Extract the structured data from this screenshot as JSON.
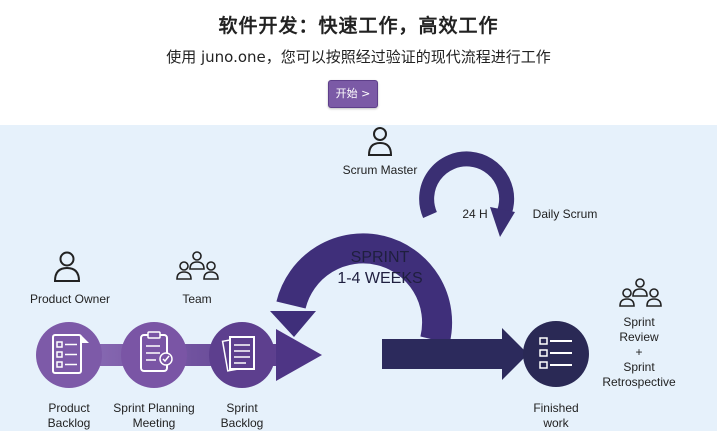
{
  "hero": {
    "title": "软件开发：快速工作，高效工作",
    "subtitle": "使用 juno.one，您可以按照经过验证的现代流程进行工作",
    "start_button": "开始 >"
  },
  "diagram": {
    "sprint_line1": "SPRINT",
    "sprint_line2": "1-4 WEEKS",
    "scrum_master": "Scrum Master",
    "hours": "24 H",
    "daily_scrum": "Daily Scrum",
    "product_owner": "Product Owner",
    "team": "Team",
    "product_backlog_1": "Product",
    "product_backlog_2": "Backlog",
    "sprint_planning_1": "Sprint Planning",
    "sprint_planning_2": "Meeting",
    "sprint_backlog_1": "Sprint",
    "sprint_backlog_2": "Backlog",
    "finished_1": "Finished",
    "finished_2": "work",
    "review_1": "Sprint",
    "review_2": "Review",
    "review_3": "+",
    "review_4": "Sprint",
    "review_5": "Retrospective"
  },
  "colors": {
    "accent_button": "#7b5aa6",
    "diagram_background": "#e6f1fb",
    "dark_navy": "#2c2a5c",
    "purple": "#5d3f8e",
    "light_purple": "#7d5aa8"
  },
  "icons": [
    "person-icon",
    "group-icon",
    "checklist-icon",
    "clipboard-icon",
    "documents-icon",
    "finished-list-icon"
  ]
}
